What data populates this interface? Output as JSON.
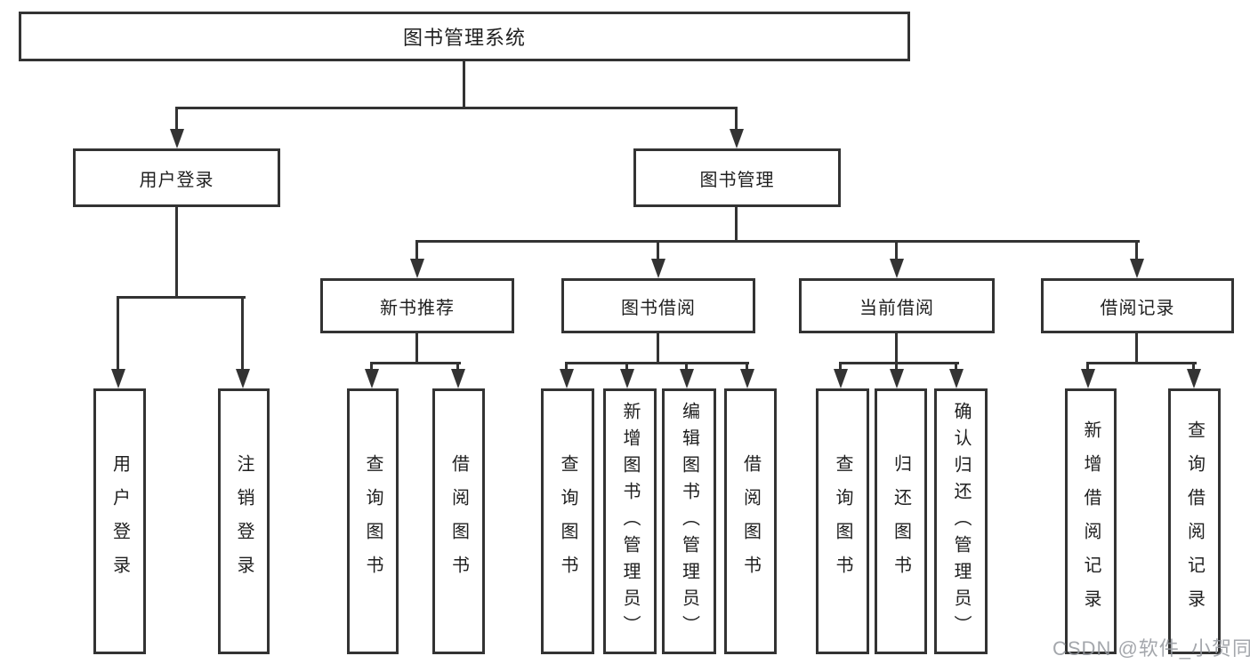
{
  "diagram_title": "图书管理系统",
  "colors": {
    "line": "#333333",
    "text": "#1f1f1f",
    "background": "#ffffff",
    "watermark": "#94989e"
  },
  "watermark": {
    "text": "CSDN @软件_小贺同学"
  },
  "nodes": {
    "root": {
      "label": "图书管理系统"
    },
    "user_login": {
      "label": "用户登录"
    },
    "book_mgmt": {
      "label": "图书管理"
    },
    "new_book_rec": {
      "label": "新书推荐"
    },
    "book_borrow": {
      "label": "图书借阅"
    },
    "current_borrow": {
      "label": "当前借阅"
    },
    "borrow_records": {
      "label": "借阅记录"
    },
    "leaf_user_login": {
      "label": "用户登录"
    },
    "leaf_logout": {
      "label": "注销登录"
    },
    "rec_query_books": {
      "label": "查询图书"
    },
    "rec_borrow_books": {
      "label": "借阅图书"
    },
    "bb_query_books": {
      "label": "查询图书"
    },
    "bb_add_books": {
      "label": "新增图书（管理员）"
    },
    "bb_edit_books": {
      "label": "编辑图书（管理员）"
    },
    "bb_borrow_books": {
      "label": "借阅图书"
    },
    "cb_query_books": {
      "label": "查询图书"
    },
    "cb_return_books": {
      "label": "归还图书"
    },
    "cb_confirm_return": {
      "label": "确认归还（管理员）"
    },
    "br_add_record": {
      "label": "新增借阅记录"
    },
    "br_query_record": {
      "label": "查询借阅记录"
    }
  },
  "hierarchy": {
    "图书管理系统": {
      "用户登录": [
        "用户登录",
        "注销登录"
      ],
      "图书管理": {
        "新书推荐": [
          "查询图书",
          "借阅图书"
        ],
        "图书借阅": [
          "查询图书",
          "新增图书（管理员）",
          "编辑图书（管理员）",
          "借阅图书"
        ],
        "当前借阅": [
          "查询图书",
          "归还图书",
          "确认归还（管理员）"
        ],
        "借阅记录": [
          "新增借阅记录",
          "查询借阅记录"
        ]
      }
    }
  }
}
